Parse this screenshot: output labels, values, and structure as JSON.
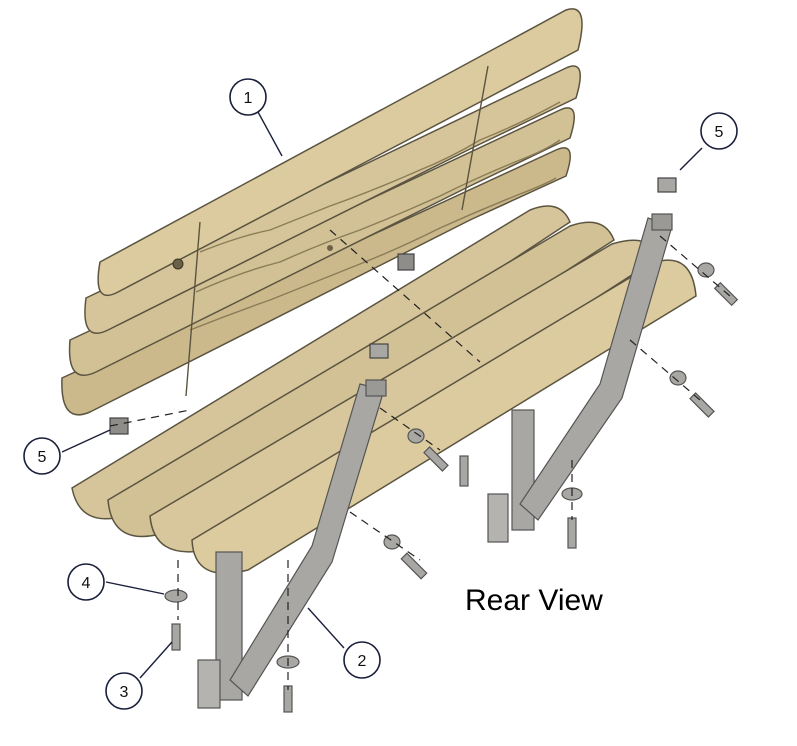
{
  "view_label": "Rear View",
  "callouts": [
    {
      "number": "1",
      "part": "backrest"
    },
    {
      "number": "2",
      "part": "frame-leg"
    },
    {
      "number": "3",
      "part": "bolt"
    },
    {
      "number": "4",
      "part": "washer"
    },
    {
      "number": "5",
      "part": "end-cap"
    },
    {
      "number": "5",
      "part": "end-cap"
    }
  ],
  "colors": {
    "plank": "#d6c59b",
    "plank_shadow": "#b9a77a",
    "plank_outline": "#5b5440",
    "metal": "#a8a7a3",
    "metal_dark": "#6f6e6a",
    "callout_stroke": "#1a1f3a",
    "leader": "#1a1f3a"
  }
}
